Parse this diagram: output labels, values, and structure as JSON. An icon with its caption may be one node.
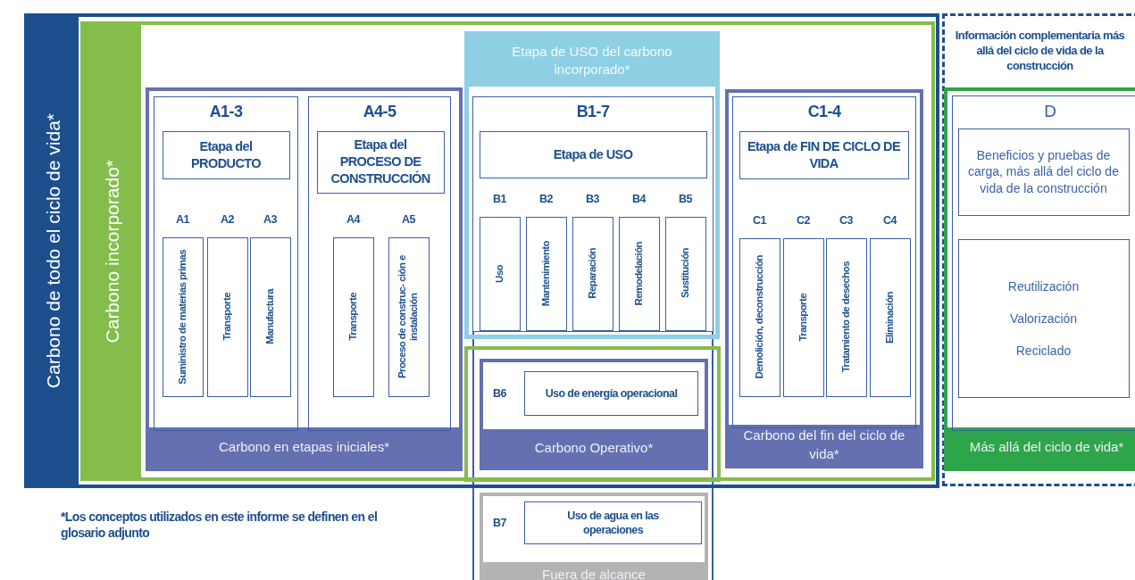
{
  "diagram": {
    "nodes": [
      {
        "text": [
          "Carbono de todo el ciclo de vida*"
        ]
      },
      {
        "text": [
          "Carbono incorporado*"
        ],
        "in": 0
      },
      {
        "text": [
          "Carbono en etapas iniciales*"
        ],
        "in": 1
      },
      {
        "text": [
          "A1-3"
        ],
        "in": 2
      },
      {
        "text": [
          "Etapa del PRODUCTO"
        ],
        "in": 3
      },
      {
        "text": [
          "A1",
          "Suministro de materias primas"
        ],
        "in": 3
      },
      {
        "text": [
          "A2",
          "Transporte"
        ],
        "in": 3
      },
      {
        "text": [
          "A3",
          "Manufactura"
        ],
        "in": 3
      },
      {
        "text": [
          "A4-5"
        ],
        "in": 2
      },
      {
        "text": [
          "Etapa del PROCESO DE CONSTRUCCIÓN"
        ],
        "in": 8
      },
      {
        "text": [
          "A4",
          "Transporte"
        ],
        "in": 8
      },
      {
        "text": [
          "A5",
          "Proceso de construc- ción e instalación"
        ],
        "in": 8
      },
      {
        "text": [
          "Etapa de USO del carbono incorporado*"
        ],
        "in": 1
      },
      {
        "text": [
          "B1-7"
        ],
        "in": 12
      },
      {
        "text": [
          "Etapa de USO"
        ],
        "in": 13
      },
      {
        "text": [
          "B1",
          "Uso"
        ],
        "in": 13
      },
      {
        "text": [
          "B2",
          "Mantenimiento"
        ],
        "in": 13
      },
      {
        "text": [
          "B3",
          "Reparación"
        ],
        "in": 13
      },
      {
        "text": [
          "B4",
          "Remodelación"
        ],
        "in": 13
      },
      {
        "text": [
          "B5",
          "Sustitución"
        ],
        "in": 13
      },
      {
        "text": [
          "Carbono Operativo*"
        ],
        "in": 1
      },
      {
        "text": [
          "B6",
          "Uso de energía operacional"
        ],
        "in": 20
      },
      {
        "text": [
          "Fuera de alcance"
        ]
      },
      {
        "text": [
          "B7",
          "Uso de agua en las operaciones"
        ],
        "in": 22
      },
      {
        "text": [
          "Carbono del fin del ciclo de vida*"
        ],
        "in": 1
      },
      {
        "text": [
          "C1-4"
        ],
        "in": 24
      },
      {
        "text": [
          "Etapa de FIN DE CICLO DE VIDA"
        ],
        "in": 25
      },
      {
        "text": [
          "C1",
          "Demolición, deconstrucción"
        ],
        "in": 25
      },
      {
        "text": [
          "C2",
          "Transporte"
        ],
        "in": 25
      },
      {
        "text": [
          "C3",
          "Tratamiento de desechos"
        ],
        "in": 25
      },
      {
        "text": [
          "C4",
          "Eliminación"
        ],
        "in": 25
      },
      {
        "text": [
          "Información complementaria más allá del ciclo de vida de la construcción"
        ]
      },
      {
        "text": [
          "Más allá del ciclo de vida*"
        ],
        "in": 31
      },
      {
        "text": [
          "D"
        ],
        "in": 32
      },
      {
        "text": [
          "Beneficios y pruebas de carga, más allá del ciclo de vida de la construcción"
        ],
        "in": 33
      },
      {
        "text": [
          "Reutilización",
          "Valorización",
          "Reciclado"
        ],
        "in": 33
      }
    ],
    "labels": [
      "*Los conceptos utilizados en este informe se definen en el glosario adjunto"
    ]
  }
}
